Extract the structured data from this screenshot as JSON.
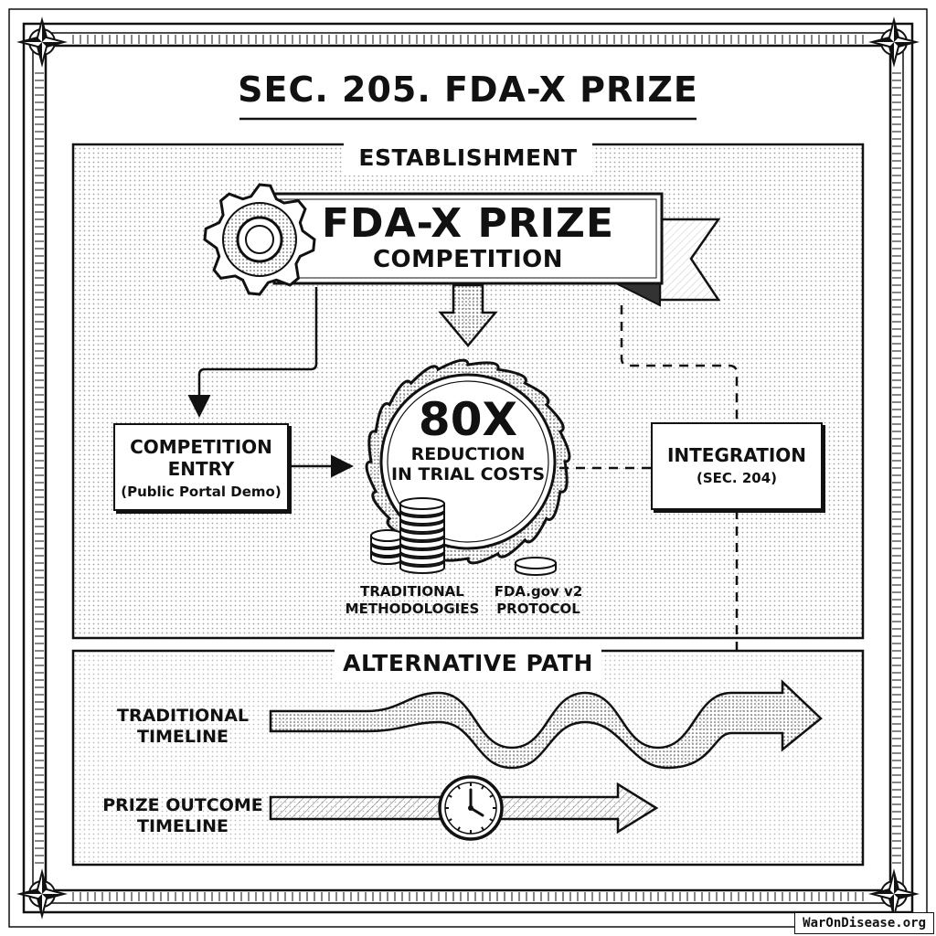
{
  "title": "SEC. 205. FDA-X PRIZE",
  "establishment": {
    "label": "ESTABLISHMENT",
    "banner_title": "FDA-X PRIZE",
    "banner_subtitle": "COMPETITION",
    "entry_box": {
      "line1": "COMPETITION",
      "line2": "ENTRY",
      "sub": "(Public Portal Demo)"
    },
    "seal": {
      "value": "80X",
      "line1": "REDUCTION",
      "line2": "IN TRIAL COSTS"
    },
    "integration_box": {
      "line1": "INTEGRATION",
      "sub": "(SEC. 204)"
    },
    "coins_left_label": {
      "line1": "TRADITIONAL",
      "line2": "METHODOLOGIES"
    },
    "coins_right_label": {
      "line1": "FDA.gov v2",
      "line2": "PROTOCOL"
    }
  },
  "alternative_path": {
    "label": "ALTERNATIVE PATH",
    "lane1": {
      "line1": "TRADITIONAL",
      "line2": "TIMELINE"
    },
    "lane2": {
      "line1": "PRIZE OUTCOME",
      "line2": "TIMELINE"
    }
  },
  "icons": [
    "compass-rose-icon",
    "gear-icon",
    "coin-stack-icon",
    "clock-icon",
    "arrow-icon"
  ],
  "watermark": "WarOnDisease.org"
}
